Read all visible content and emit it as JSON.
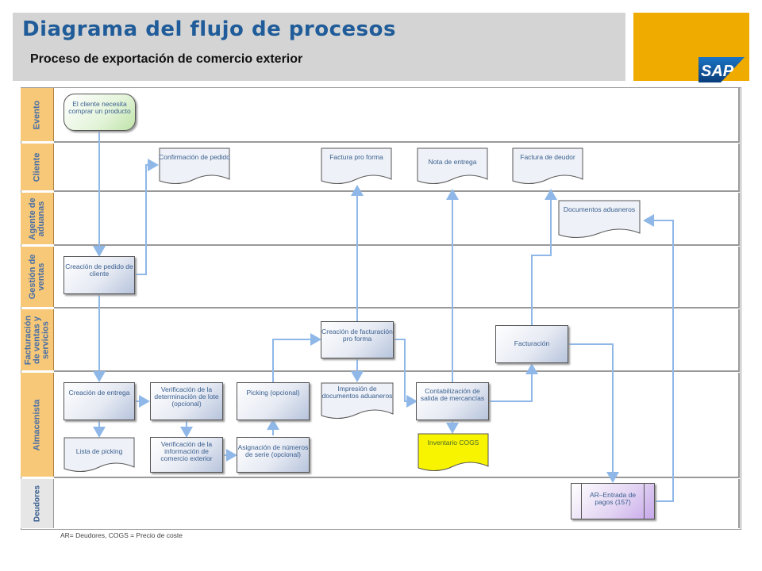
{
  "header": {
    "title": "Diagrama del flujo de procesos",
    "subtitle": "Proceso de exportación de comercio exterior",
    "logo_text": "SAP",
    "colors": {
      "title": "#1f5c99",
      "header_bg": "#d4d4d4",
      "logo_bg": "#f0ab00",
      "lane_label": "#f7c878"
    }
  },
  "lanes": [
    {
      "label": "Evento"
    },
    {
      "label": "Cliente"
    },
    {
      "label": "Agente de aduanas"
    },
    {
      "label": "Gestión de ventas"
    },
    {
      "label": "Facturación de ventas y servicios"
    },
    {
      "label": "Almacenista"
    },
    {
      "label": "Deudores"
    }
  ],
  "nodes": {
    "event_start": "El cliente necesita comprar un producto",
    "confirm_order": "Confirmación de pedido",
    "proforma_invoice": "Factura pro forma",
    "delivery_note": "Nota de entrega",
    "debtor_invoice": "Factura de deudor",
    "customs_docs": "Documentos aduaneros",
    "create_order": "Creación de pedido de cliente",
    "create_proforma": "Creación de facturación pro forma",
    "billing": "Facturación",
    "create_delivery": "Creación de entrega",
    "batch_check": "Verificación de la determinación de lote (opcional)",
    "picking": "Picking (opcional)",
    "print_customs": "Impresión de documentos aduaneros",
    "goods_issue": "Contabilización de salida de mercancías",
    "picking_list": "Lista de picking",
    "trade_check": "Verificación de la información de comercio exterior",
    "serial_numbers": "Asignación de números de serie (opcional)",
    "inventory_cogs": "Inventario COGS",
    "ar_payment": "AR–Entrada de pagos (157)"
  },
  "footnote": "AR= Deudores, COGS = Precio de coste"
}
